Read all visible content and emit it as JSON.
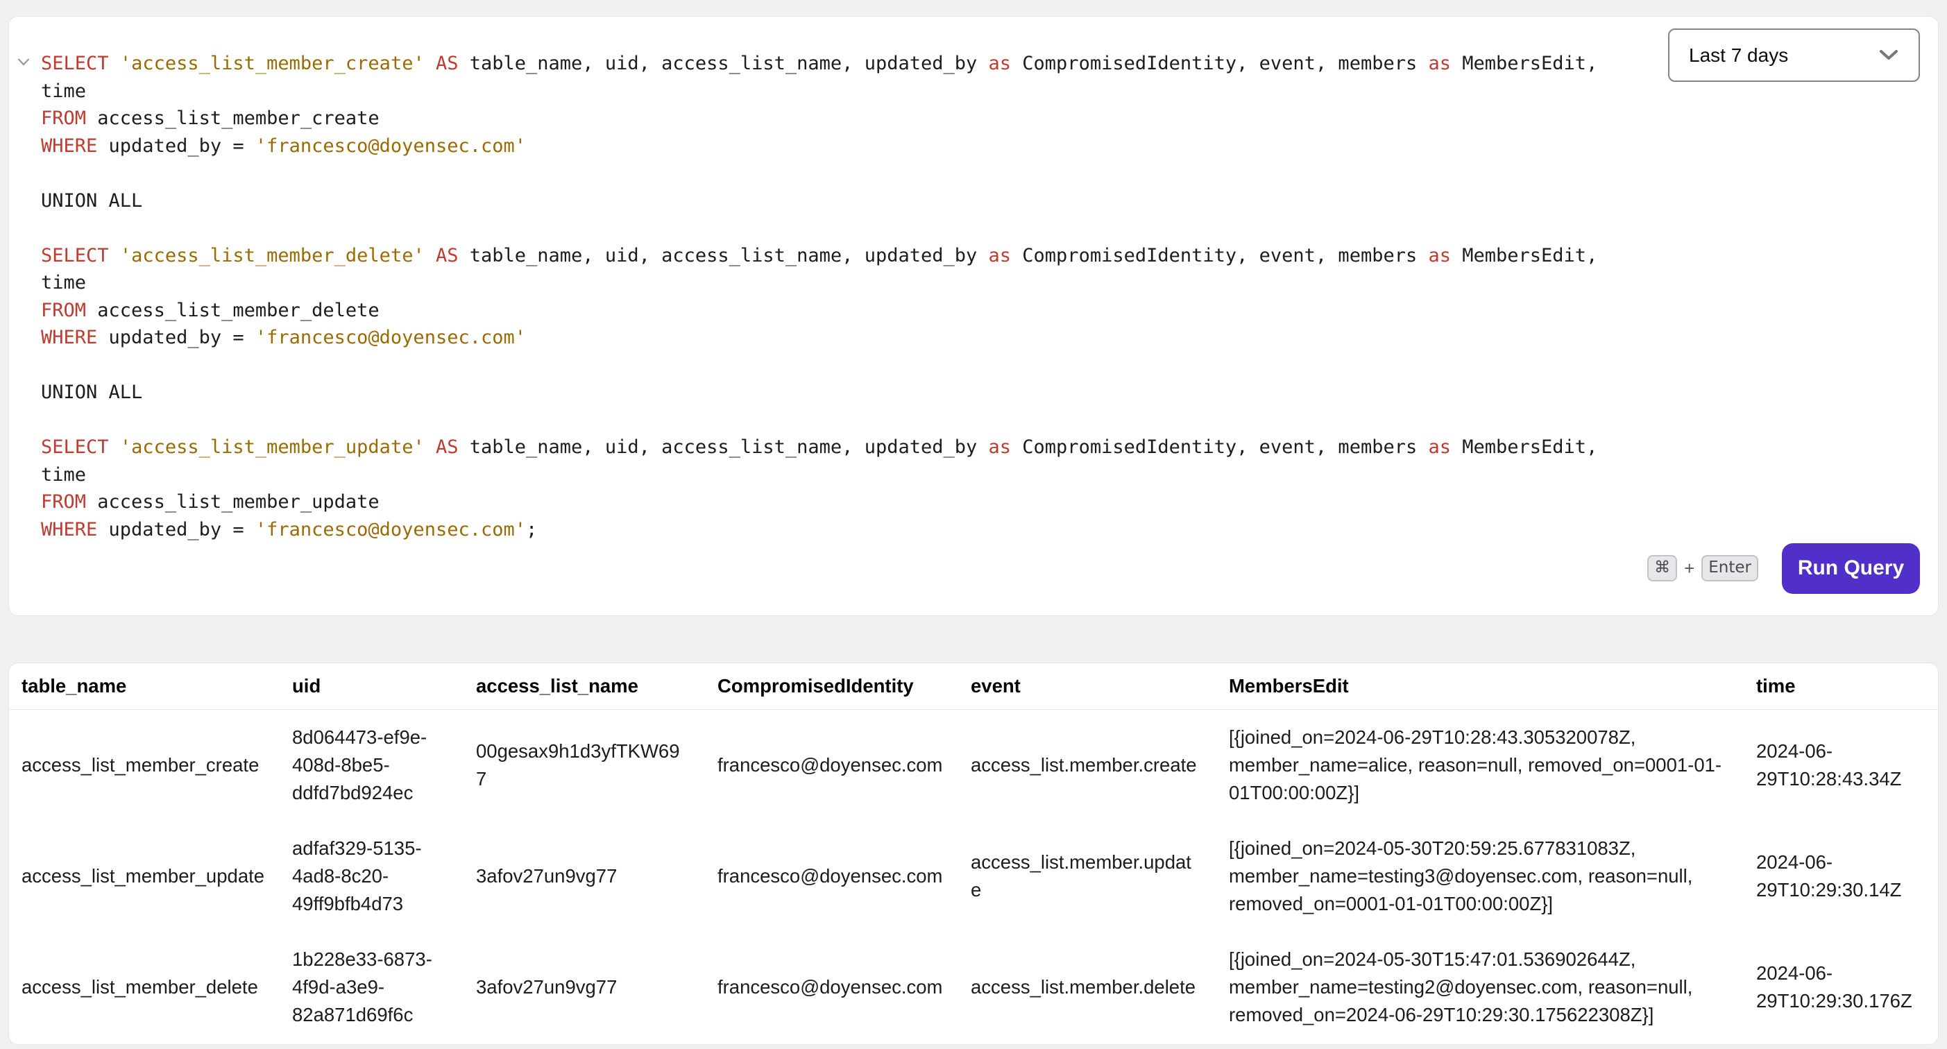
{
  "editor": {
    "time_range_select": {
      "value": "Last 7 days"
    },
    "shortcut": {
      "cmd_key": "⌘",
      "plus": "+",
      "enter_key": "Enter"
    },
    "run_button_label": "Run Query",
    "code_lines": [
      {
        "fold": true,
        "tokens": [
          {
            "t": "kw",
            "v": "SELECT"
          },
          {
            "t": "pl",
            "v": " "
          },
          {
            "t": "str",
            "v": "'access_list_member_create'"
          },
          {
            "t": "pl",
            "v": " "
          },
          {
            "t": "kw",
            "v": "AS"
          },
          {
            "t": "pl",
            "v": " table_name, uid, access_list_name, updated_by "
          },
          {
            "t": "kw",
            "v": "as"
          },
          {
            "t": "pl",
            "v": " CompromisedIdentity, event, members "
          },
          {
            "t": "kw",
            "v": "as"
          },
          {
            "t": "pl",
            "v": " MembersEdit,"
          }
        ]
      },
      {
        "tokens": [
          {
            "t": "pl",
            "v": "time"
          }
        ]
      },
      {
        "tokens": [
          {
            "t": "kw",
            "v": "FROM"
          },
          {
            "t": "pl",
            "v": " access_list_member_create"
          }
        ]
      },
      {
        "tokens": [
          {
            "t": "kw",
            "v": "WHERE"
          },
          {
            "t": "pl",
            "v": " updated_by = "
          },
          {
            "t": "str",
            "v": "'francesco@doyensec.com'"
          }
        ]
      },
      {
        "tokens": []
      },
      {
        "tokens": [
          {
            "t": "pl",
            "v": "UNION ALL"
          }
        ]
      },
      {
        "tokens": []
      },
      {
        "tokens": [
          {
            "t": "kw",
            "v": "SELECT"
          },
          {
            "t": "pl",
            "v": " "
          },
          {
            "t": "str",
            "v": "'access_list_member_delete'"
          },
          {
            "t": "pl",
            "v": " "
          },
          {
            "t": "kw",
            "v": "AS"
          },
          {
            "t": "pl",
            "v": " table_name, uid, access_list_name, updated_by "
          },
          {
            "t": "kw",
            "v": "as"
          },
          {
            "t": "pl",
            "v": " CompromisedIdentity, event, members "
          },
          {
            "t": "kw",
            "v": "as"
          },
          {
            "t": "pl",
            "v": " MembersEdit,"
          }
        ]
      },
      {
        "tokens": [
          {
            "t": "pl",
            "v": "time"
          }
        ]
      },
      {
        "tokens": [
          {
            "t": "kw",
            "v": "FROM"
          },
          {
            "t": "pl",
            "v": " access_list_member_delete"
          }
        ]
      },
      {
        "tokens": [
          {
            "t": "kw",
            "v": "WHERE"
          },
          {
            "t": "pl",
            "v": " updated_by = "
          },
          {
            "t": "str",
            "v": "'francesco@doyensec.com'"
          }
        ]
      },
      {
        "tokens": []
      },
      {
        "tokens": [
          {
            "t": "pl",
            "v": "UNION ALL"
          }
        ]
      },
      {
        "tokens": []
      },
      {
        "tokens": [
          {
            "t": "kw",
            "v": "SELECT"
          },
          {
            "t": "pl",
            "v": " "
          },
          {
            "t": "str",
            "v": "'access_list_member_update'"
          },
          {
            "t": "pl",
            "v": " "
          },
          {
            "t": "kw",
            "v": "AS"
          },
          {
            "t": "pl",
            "v": " table_name, uid, access_list_name, updated_by "
          },
          {
            "t": "kw",
            "v": "as"
          },
          {
            "t": "pl",
            "v": " CompromisedIdentity, event, members "
          },
          {
            "t": "kw",
            "v": "as"
          },
          {
            "t": "pl",
            "v": " MembersEdit,"
          }
        ]
      },
      {
        "tokens": [
          {
            "t": "pl",
            "v": "time"
          }
        ]
      },
      {
        "tokens": [
          {
            "t": "kw",
            "v": "FROM"
          },
          {
            "t": "pl",
            "v": " access_list_member_update"
          }
        ]
      },
      {
        "tokens": [
          {
            "t": "kw",
            "v": "WHERE"
          },
          {
            "t": "pl",
            "v": " updated_by = "
          },
          {
            "t": "str",
            "v": "'francesco@doyensec.com'"
          },
          {
            "t": "pl",
            "v": ";"
          }
        ]
      }
    ]
  },
  "results_table": {
    "columns": [
      "table_name",
      "uid",
      "access_list_name",
      "CompromisedIdentity",
      "event",
      "MembersEdit",
      "time"
    ],
    "rows": [
      [
        "access_list_member_create",
        "8d064473-ef9e-408d-8be5-ddfd7bd924ec",
        "00gesax9h1d3yfTKW697",
        "francesco@doyensec.com",
        "access_list.member.create",
        "[{joined_on=2024-06-29T10:28:43.305320078Z, member_name=alice, reason=null, removed_on=0001-01-01T00:00:00Z}]",
        "2024-06-29T10:28:43.34Z"
      ],
      [
        "access_list_member_update",
        "adfaf329-5135-4ad8-8c20-49ff9bfb4d73",
        "3afov27un9vg77",
        "francesco@doyensec.com",
        "access_list.member.update",
        "[{joined_on=2024-05-30T20:59:25.677831083Z, member_name=testing3@doyensec.com, reason=null, removed_on=0001-01-01T00:00:00Z}]",
        "2024-06-29T10:29:30.14Z"
      ],
      [
        "access_list_member_delete",
        "1b228e33-6873-4f9d-a3e9-82a871d69f6c",
        "3afov27un9vg77",
        "francesco@doyensec.com",
        "access_list.member.delete",
        "[{joined_on=2024-05-30T15:47:01.536902644Z, member_name=testing2@doyensec.com, reason=null, removed_on=2024-06-29T10:29:30.175622308Z}]",
        "2024-06-29T10:29:30.176Z"
      ]
    ]
  },
  "icons": {
    "fold": "chevron-down-icon",
    "time_range": "chevron-down-icon"
  },
  "colors": {
    "accent": "#512fc9",
    "keyword": "#bf3b30",
    "string": "#9a6b03",
    "code_text": "#1d1d1f",
    "page_bg": "#eef0f2",
    "panel_bg": "#ffffff"
  }
}
